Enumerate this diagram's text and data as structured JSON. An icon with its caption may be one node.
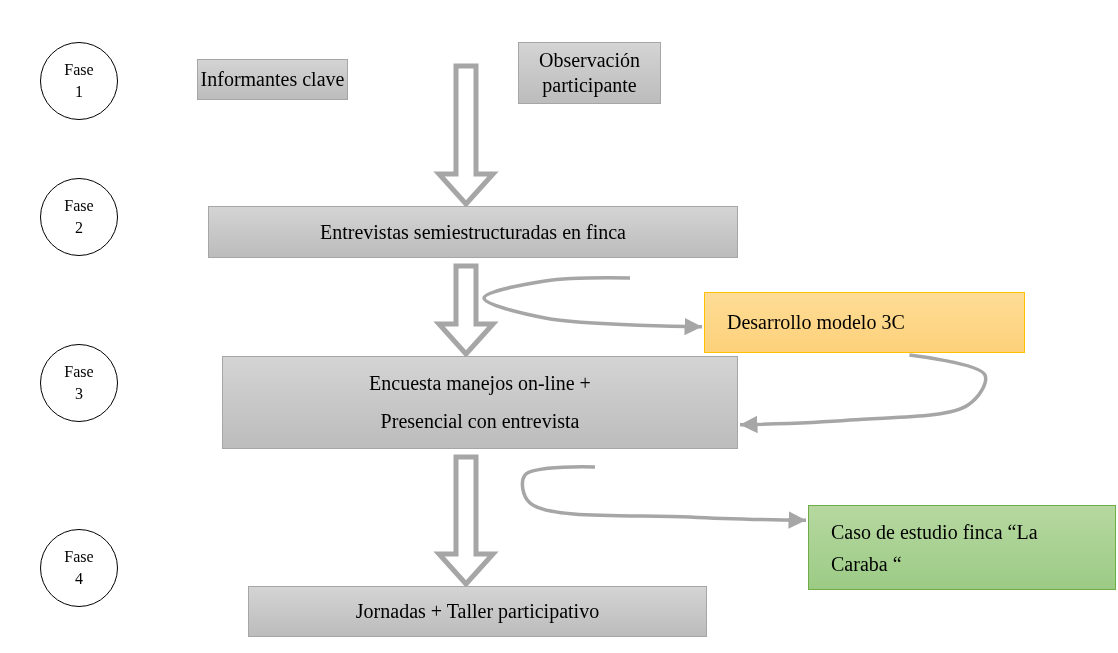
{
  "diagram": {
    "nodes": [
      {
        "text": [
          "Fase 1"
        ]
      },
      {
        "text": [
          "Informantes clave"
        ]
      },
      {
        "text": [
          "Observación participante"
        ]
      },
      {
        "text": [
          "Fase 2"
        ]
      },
      {
        "text": [
          "Entrevistas semiestructuradas en finca"
        ]
      },
      {
        "text": [
          "Desarrollo modelo 3C"
        ]
      },
      {
        "text": [
          "Fase 3"
        ]
      },
      {
        "text": [
          "Encuesta manejos on-line +",
          "Presencial con entrevista"
        ]
      },
      {
        "text": [
          "Caso de estudio finca “La Caraba “"
        ]
      },
      {
        "text": [
          "Fase 4"
        ]
      },
      {
        "text": [
          "Jornadas + Taller participativo"
        ]
      }
    ],
    "edges": [
      {
        "from": null,
        "to": 4,
        "arrow": "to",
        "style": "thick"
      },
      {
        "from": 4,
        "to": 7,
        "arrow": "to",
        "style": "thick"
      },
      {
        "from": 7,
        "to": 10,
        "arrow": "to",
        "style": "thick"
      },
      {
        "from": null,
        "to": 5,
        "arrow": "to"
      },
      {
        "from": 5,
        "to": 7,
        "arrow": "to"
      },
      {
        "from": null,
        "to": 8,
        "arrow": "to"
      }
    ]
  }
}
